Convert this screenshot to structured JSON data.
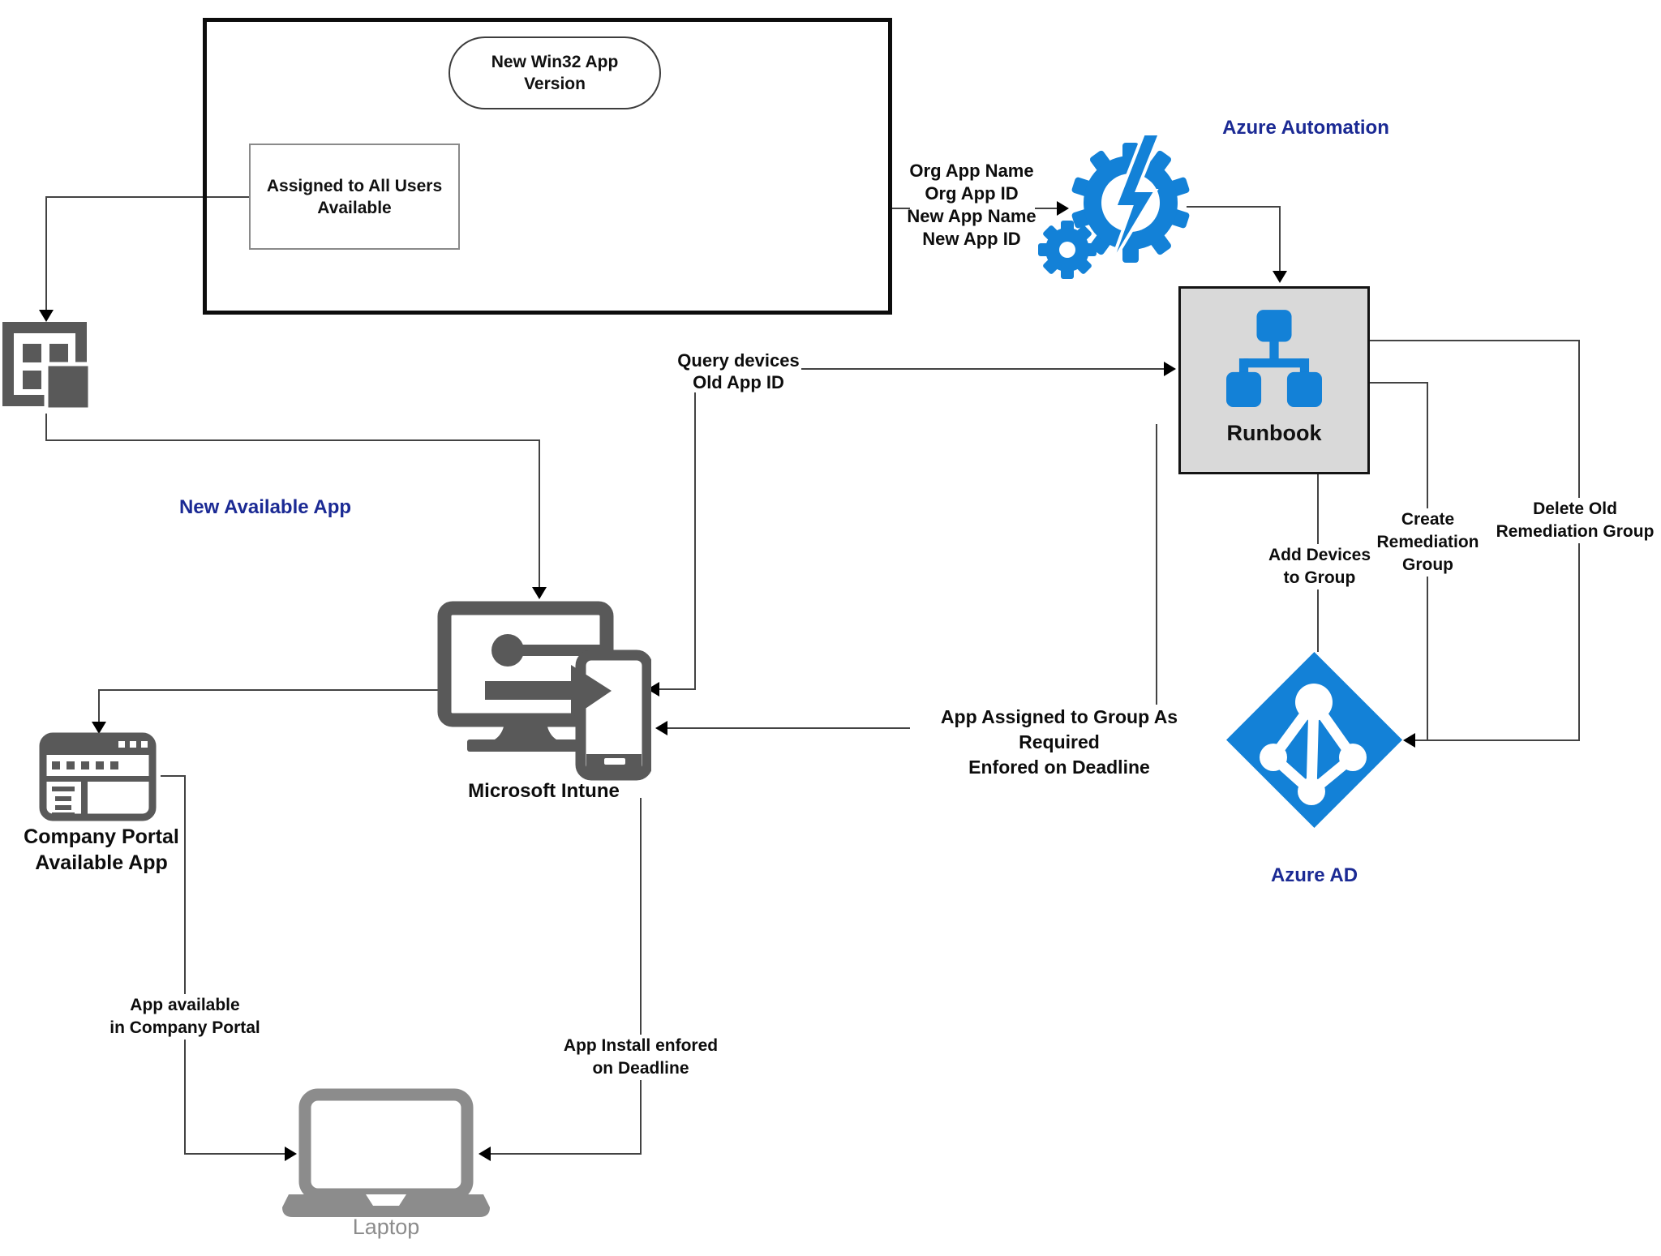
{
  "colors": {
    "azure_blue": "#1381D7",
    "navy_label": "#1B2A94",
    "icon_dark_gray": "#595959",
    "laptop_gray": "#8C8C8C",
    "runbook_box_bg": "#D9D9D9",
    "connector_line": "#434343"
  },
  "nodes": {
    "win32_version": {
      "lines": [
        "New Win32 App",
        "Version"
      ]
    },
    "assigned_all_users": {
      "lines": [
        "Assigned to All Users",
        "Available"
      ]
    },
    "azure_automation": {
      "label": "Azure Automation"
    },
    "runbook": {
      "label": "Runbook"
    },
    "intune": {
      "label": "Microsoft Intune"
    },
    "company_portal": {
      "lines": [
        "Company Portal",
        "Available App"
      ]
    },
    "azure_ad": {
      "label": "Azure AD"
    },
    "laptop": {
      "label": "Laptop"
    }
  },
  "edge_labels": {
    "org_params": {
      "lines": [
        "Org App Name",
        "Org App ID",
        "New App Name",
        "New App ID"
      ]
    },
    "query_devices": {
      "lines": [
        "Query devices",
        "Old App ID"
      ]
    },
    "new_available_app": {
      "label": "New Available App"
    },
    "app_assigned": {
      "lines": [
        "App Assigned to Group As Required",
        "Enfored on Deadline"
      ]
    },
    "add_devices": {
      "lines": [
        "Add Devices",
        "to Group"
      ]
    },
    "create_remediation": {
      "lines": [
        "Create",
        "Remediation",
        "Group"
      ]
    },
    "delete_remediation": {
      "lines": [
        "Delete Old",
        "Remediation Group"
      ]
    },
    "app_available": {
      "lines": [
        "App available",
        "in Company Portal"
      ]
    },
    "app_install": {
      "lines": [
        "App Install enfored",
        "on Deadline"
      ]
    }
  },
  "icons": [
    "new-app-grid-icon",
    "azure-automation-gear-lightning-icon",
    "runbook-hierarchy-icon",
    "microsoft-intune-devices-icon",
    "company-portal-browser-icon",
    "azure-ad-diamond-icon",
    "laptop-icon"
  ]
}
